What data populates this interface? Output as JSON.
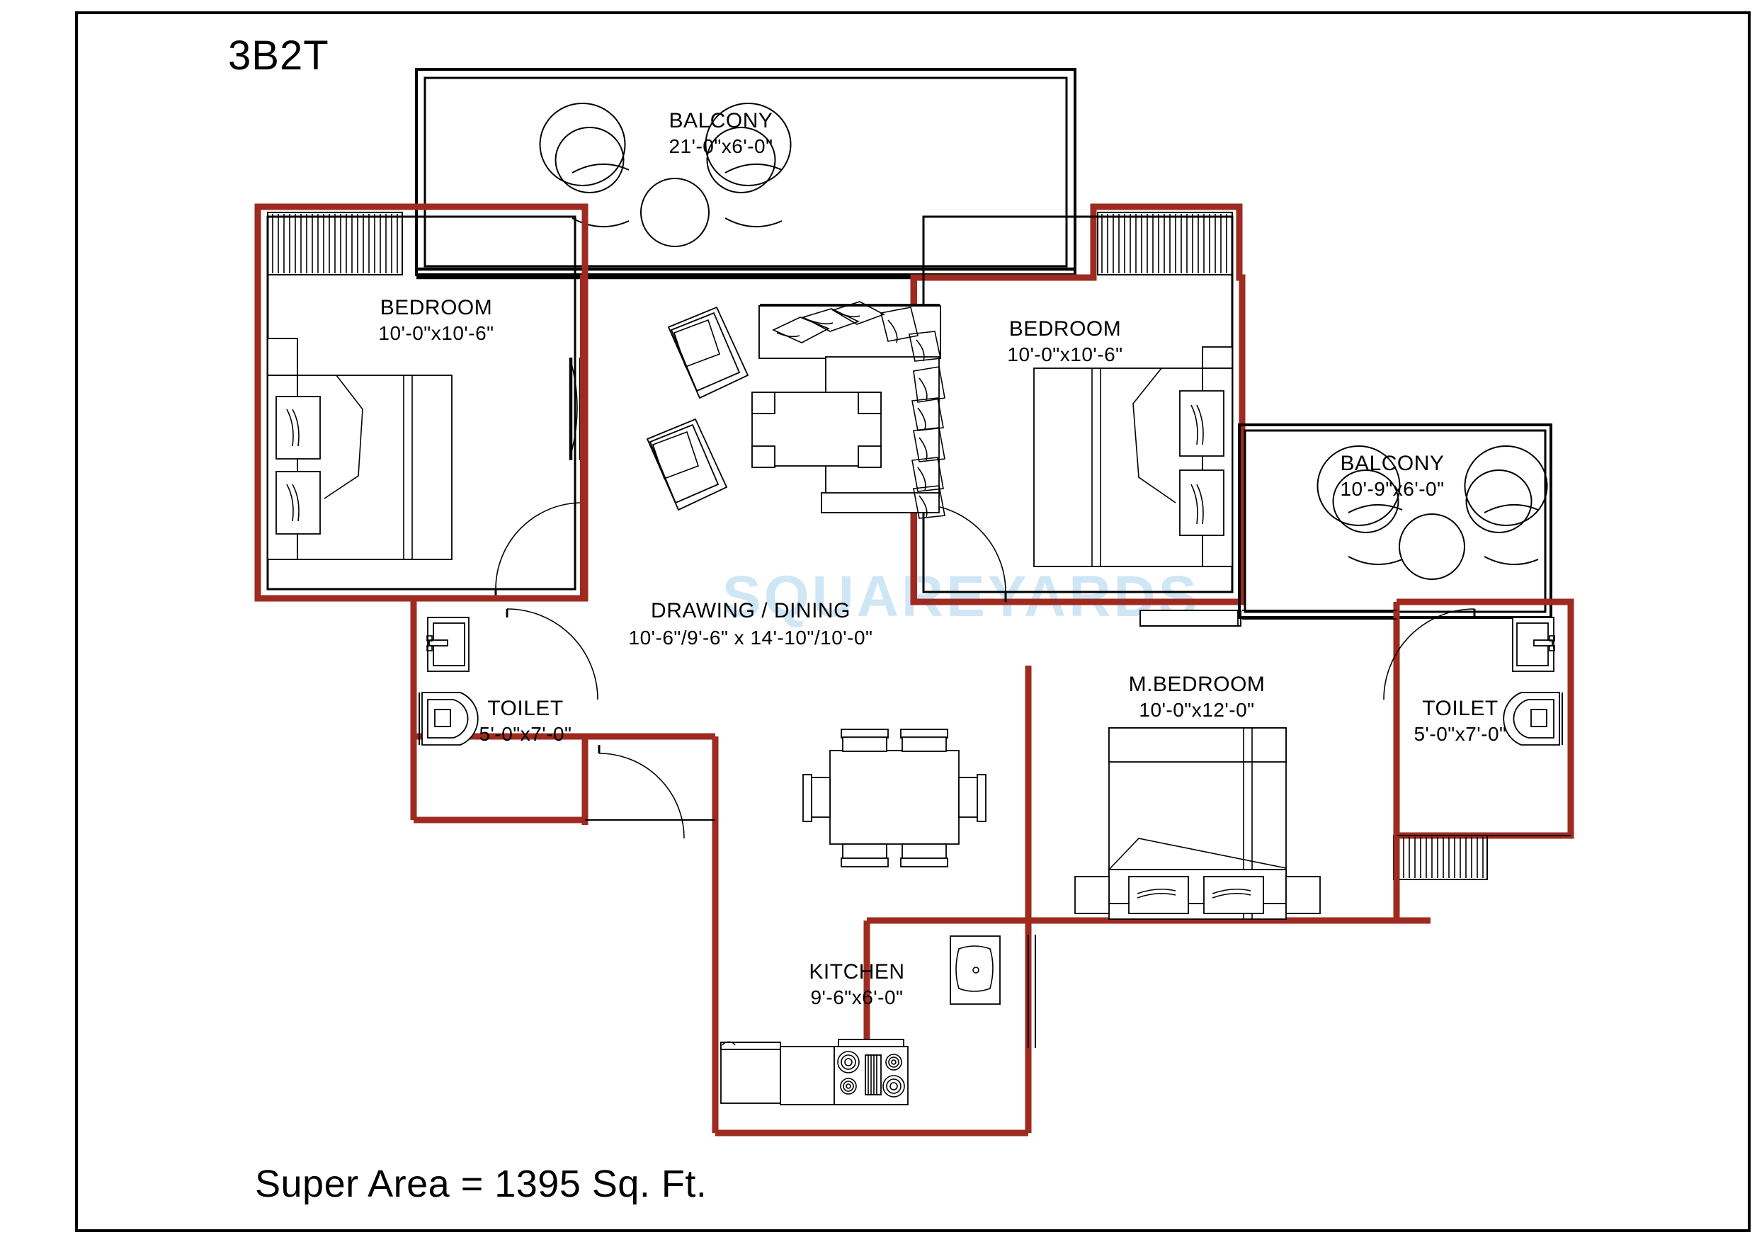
{
  "plan": {
    "title": "3B2T",
    "area_label": "Super Area = 1395 Sq. Ft.",
    "watermark": "SQUAREYARDS",
    "colors": {
      "wall": "#9E2A20",
      "line": "#000000",
      "background": "#FFFFFF",
      "watermark": "#CFE6F5"
    }
  },
  "rooms": [
    {
      "id": "balcony-top",
      "name": "BALCONY",
      "dimensions": "21'-0\"x6'-0\"",
      "features": [
        "three-planters"
      ]
    },
    {
      "id": "bedroom-left",
      "name": "BEDROOM",
      "dimensions": "10'-0\"x10'-6\"",
      "features": [
        "double-bed",
        "two-pillows",
        "window",
        "door-swing"
      ]
    },
    {
      "id": "bedroom-right",
      "name": "BEDROOM",
      "dimensions": "10'-0\"x10'-6\"",
      "features": [
        "double-bed",
        "two-pillows",
        "window",
        "door-swing"
      ]
    },
    {
      "id": "balcony-right",
      "name": "BALCONY",
      "dimensions": "10'-9\"x6'-0\"",
      "features": [
        "three-planters"
      ]
    },
    {
      "id": "drawing-dining",
      "name": "DRAWING / DINING",
      "dimensions": "10'-6\"/9'-6\" x 14'-10\"/10'-0\"",
      "features": [
        "l-shaped-sofa",
        "two-armchairs",
        "coffee-table",
        "dining-table-six-chairs"
      ]
    },
    {
      "id": "toilet-left",
      "name": "TOILET",
      "dimensions": "5'-0\"x7'-0\"",
      "features": [
        "wash-basin",
        "water-closet",
        "door-swing"
      ]
    },
    {
      "id": "toilet-right",
      "name": "TOILET",
      "dimensions": "5'-0\"x7'-0\"",
      "features": [
        "wash-basin",
        "water-closet",
        "door-swing"
      ]
    },
    {
      "id": "master-bedroom",
      "name": "M.BEDROOM",
      "dimensions": "10'-0\"x12'-0\"",
      "features": [
        "double-bed",
        "two-pillows",
        "two-side-tables",
        "window"
      ]
    },
    {
      "id": "kitchen",
      "name": "KITCHEN",
      "dimensions": "9'-6\"x6'-0\"",
      "features": [
        "four-burner-stove",
        "counter",
        "sink"
      ]
    }
  ]
}
